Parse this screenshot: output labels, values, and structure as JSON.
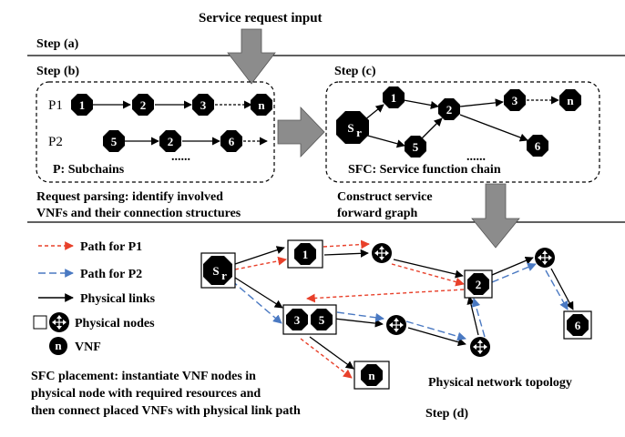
{
  "header": {
    "service_input": "Service request input",
    "step_a": "Step (a)",
    "step_b": "Step (b)",
    "step_c": "Step (c)",
    "step_d": "Step (d)"
  },
  "step_b": {
    "p1_label": "P1",
    "p2_label": "P2",
    "p1_nodes": [
      "1",
      "2",
      "3",
      "n"
    ],
    "p2_nodes": [
      "5",
      "2",
      "6"
    ],
    "dots": "......",
    "caption": "P: Subchains",
    "desc_line1": "Request parsing: identify involved",
    "desc_line2": "VNFs and their connection structures"
  },
  "step_c": {
    "source": "S",
    "source_sub": "r",
    "nodes": [
      "1",
      "2",
      "3",
      "n",
      "5",
      "6"
    ],
    "dots": "......",
    "caption": "SFC: Service function chain",
    "desc_line1": "Construct service",
    "desc_line2": "forward graph"
  },
  "legend": {
    "path_p1": "Path for P1",
    "path_p2": "Path for P2",
    "physical_links": "Physical links",
    "physical_nodes": "Physical nodes",
    "vnf_symbol": "n",
    "vnf": "VNF"
  },
  "step_d": {
    "source": "S",
    "source_sub": "r",
    "node_1": "1",
    "node_2": "2",
    "node_3": "3",
    "node_5": "5",
    "node_6": "6",
    "node_n": "n",
    "topology_label": "Physical network topology",
    "desc_line1": "SFC placement: instantiate VNF nodes in",
    "desc_line2": "physical node with required resources and",
    "desc_line3": "then connect placed VNFs with physical link path"
  },
  "colors": {
    "p1_path": "#e8402a",
    "p2_path": "#4a79c2",
    "arrow_fill": "#8c8c8c",
    "node_fill": "#000000"
  }
}
